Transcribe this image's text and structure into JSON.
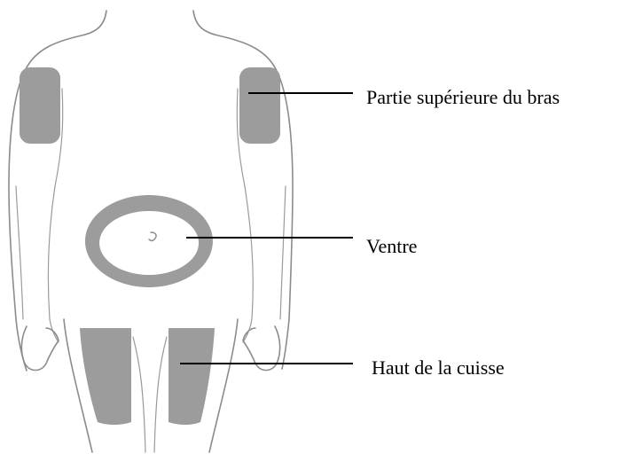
{
  "labels": {
    "upper_arm": "Partie supérieure du bras",
    "belly": "Ventre",
    "thigh": "Haut de la cuisse"
  },
  "colors": {
    "injection_site": "#9c9c9c",
    "body_outline": "#8c8c8c",
    "leader_line": "#000000",
    "background": "#ffffff"
  }
}
